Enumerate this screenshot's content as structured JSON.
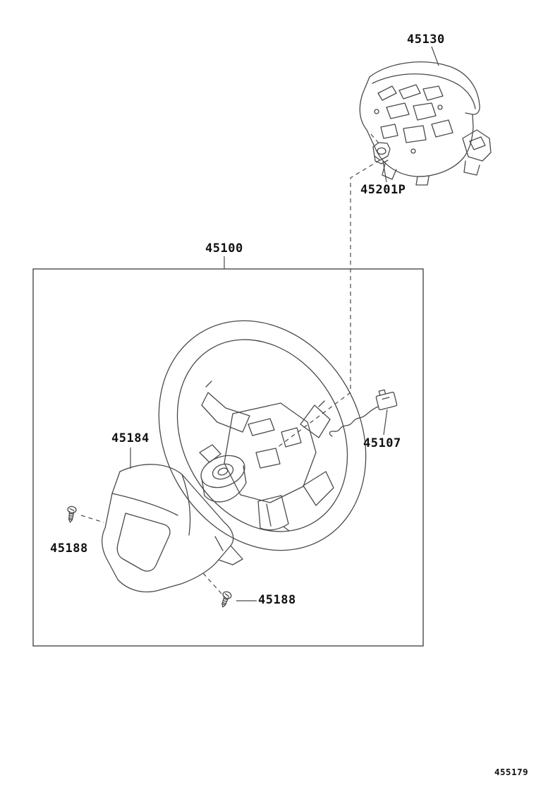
{
  "diagram": {
    "figure_number": "455179",
    "callouts": {
      "pad_assembly": "45130",
      "nut": "45201P",
      "steering_wheel_assembly": "45100",
      "lower_cover": "45184",
      "screw_upper": "45188",
      "screw_lower": "45188",
      "switch_assembly": "45107"
    },
    "colors": {
      "line": "#4a4a4a",
      "label": "#101010",
      "background": "#ffffff"
    }
  }
}
